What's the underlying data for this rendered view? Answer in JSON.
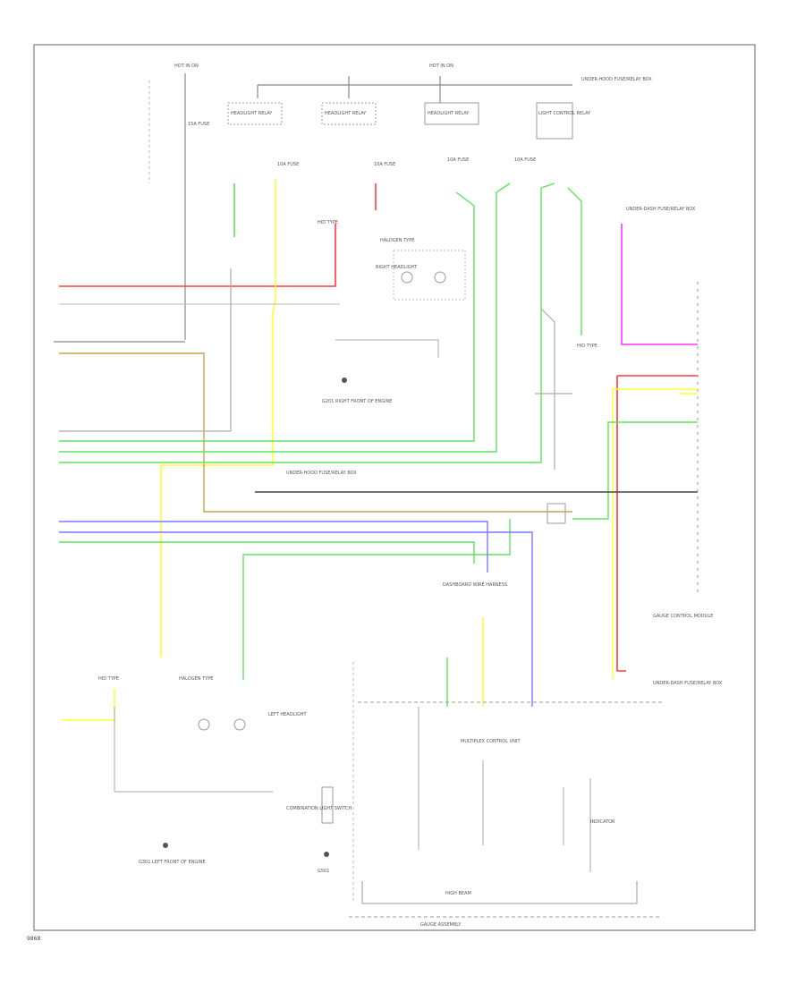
{
  "labels": {
    "hot_in_on_1": "HOT IN ON",
    "hot_in_on_2": "HOT IN ON",
    "relay_1": "HEADLIGHT RELAY",
    "relay_2": "HEADLIGHT RELAY",
    "relay_3": "HEADLIGHT RELAY",
    "relay_4": "LIGHT CONTROL RELAY",
    "fuse_1": "15A FUSE",
    "fuse_2": "10A FUSE",
    "fuse_3": "10A FUSE",
    "fuse_4": "10A FUSE",
    "fuse_5": "10A FUSE",
    "under_hood_top": "UNDER-HOOD FUSE/RELAY BOX",
    "under_hood_mid": "UNDER-HOOD FUSE/RELAY BOX",
    "dash_fuse": "UNDER-DASH FUSE/RELAY BOX",
    "right_headlight": "RIGHT HEADLIGHT",
    "left_headlight": "LEFT HEADLIGHT",
    "right_front_ground": "G201 RIGHT FRONT OF ENGINE",
    "left_front_ground": "G301 LEFT FRONT OF ENGINE",
    "g501_ground": "G501",
    "halogen_type_1": "HALOGEN TYPE",
    "halogen_type_2": "HALOGEN TYPE",
    "hid_type_1": "HID TYPE",
    "hid_type_2": "HID TYPE",
    "hid_type_3": "HID TYPE",
    "dash_right_panel": "DASHBOARD WIRE HARNESS",
    "gauge_control": "GAUGE CONTROL MODULE",
    "multiplex": "MULTIPLEX CONTROL UNIT",
    "combination_switch": "COMBINATION LIGHT SWITCH",
    "gauge_assembly": "GAUGE ASSEMBLY",
    "under_dash_right": "UNDER-DASH FUSE/RELAY BOX",
    "high_beam": "HIGH BEAM",
    "indicator": "INDICATOR",
    "footer_code": "9868"
  },
  "colors": {
    "red": "#ff3b3b",
    "green": "#5fe35f",
    "yellow": "#ffff33",
    "blue": "#7a7aff",
    "magenta": "#ff33ff",
    "tan": "#c9a44a",
    "black": "#333333",
    "gray": "#bbbbbb"
  }
}
